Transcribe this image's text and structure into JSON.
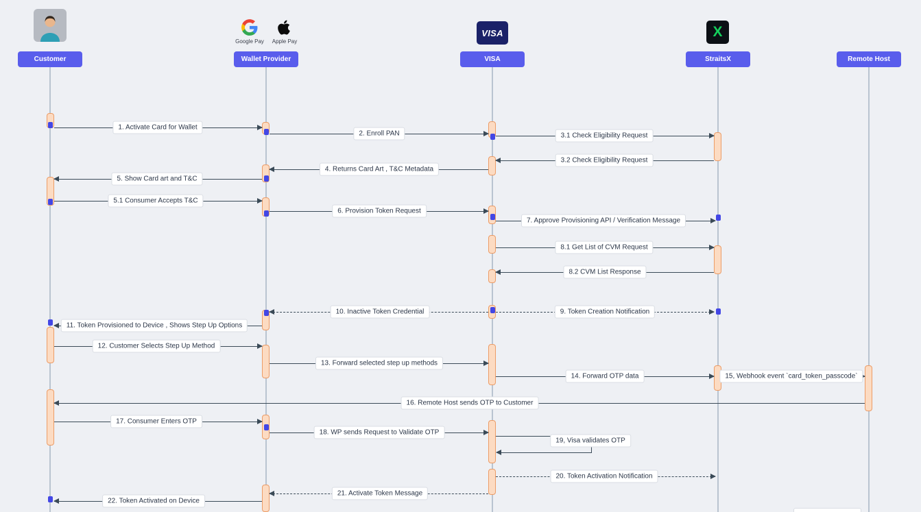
{
  "colors": {
    "background": "#eef0f4",
    "actor_box": "#595dec",
    "activation_fill": "#fcdbc2",
    "activation_border": "#ec9c66",
    "arrow": "#3a4a57",
    "marker": "#4347e5",
    "visa_brand": "#1a2168",
    "straitsx_green": "#15d05c"
  },
  "actors": [
    {
      "label": "Customer"
    },
    {
      "label": "Wallet Provider",
      "icon_captions": [
        "Google Pay",
        "Apple Pay"
      ]
    },
    {
      "label": "VISA",
      "logo_text": "VISA"
    },
    {
      "label": "StraitsX",
      "logo_text": "X"
    },
    {
      "label": "Remote Host"
    }
  ],
  "messages": [
    {
      "label": "1.  Activate Card for Wallet"
    },
    {
      "label": "2.  Enroll PAN"
    },
    {
      "label": "3.1 Check Eligibility Request"
    },
    {
      "label": "3.2 Check Eligibility Request"
    },
    {
      "label": "4.  Returns Card Art , T&C Metadata"
    },
    {
      "label": "5.  Show Card art and T&C"
    },
    {
      "label": "5.1 Consumer Accepts T&C"
    },
    {
      "label": "6.  Provision Token Request"
    },
    {
      "label": "7.  Approve Provisioning API / Verification Message"
    },
    {
      "label": "8.1 Get List of CVM Request"
    },
    {
      "label": "8.2 CVM List Response"
    },
    {
      "label": "9.  Token Creation Notification"
    },
    {
      "label": "10.  Inactive Token Credential"
    },
    {
      "label": "11.  Token Provisioned to Device , Shows Step Up Options"
    },
    {
      "label": "12.  Customer Selects Step Up Method"
    },
    {
      "label": "13.  Forward selected step up methods"
    },
    {
      "label": "14.  Forward OTP data"
    },
    {
      "label": "15, Webhook event `card_token_passcode`"
    },
    {
      "label": "16. Remote Host sends OTP to Customer"
    },
    {
      "label": "17.  Consumer Enters OTP"
    },
    {
      "label": "18.  WP sends Request to Validate OTP"
    },
    {
      "label": "19, Visa validates OTP"
    },
    {
      "label": "20.  Token Activation Notification"
    },
    {
      "label": "21.  Activate Token Message"
    },
    {
      "label": "22.  Token Activated on Device"
    }
  ]
}
